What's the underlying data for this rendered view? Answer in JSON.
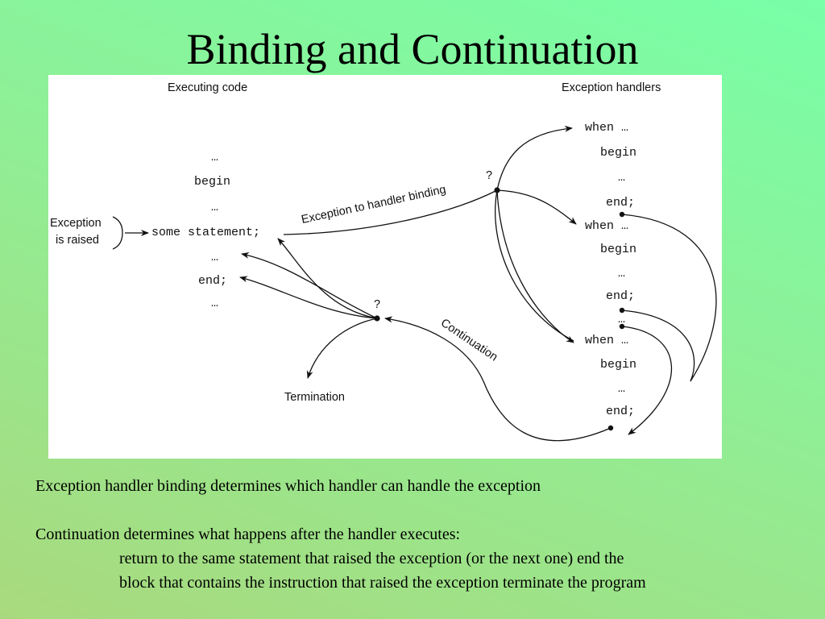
{
  "slide": {
    "title": "Binding and Continuation"
  },
  "diagram": {
    "executing_code_header": "Executing code",
    "exception_handlers_header": "Exception handlers",
    "code_lines": [
      "…",
      "begin",
      "…",
      "some statement;",
      "…",
      "end;",
      "…"
    ],
    "exception_raised_label": [
      "Exception",
      "is raised"
    ],
    "binding_label": "Exception to handler binding",
    "binding_question": "?",
    "continuation_label": "Continuation",
    "continuation_question": "?",
    "termination_label": "Termination",
    "handlers": [
      {
        "when": "when …",
        "begin": "begin",
        "body": "…",
        "end": "end;"
      },
      {
        "when": "when …",
        "begin": "begin",
        "body": "…",
        "end": "end;"
      },
      {
        "when": "when …",
        "begin": "begin",
        "body": "…",
        "end": "end;"
      }
    ],
    "handler_gap": "…"
  },
  "text": {
    "line1": "Exception handler binding determines which handler can handle the exception",
    "line2": "Continuation determines what happens after the handler executes:",
    "line3": "return to the same statement that raised the exception (or the next one) end the",
    "line4": "block that contains the instruction that raised the exception terminate the program"
  }
}
